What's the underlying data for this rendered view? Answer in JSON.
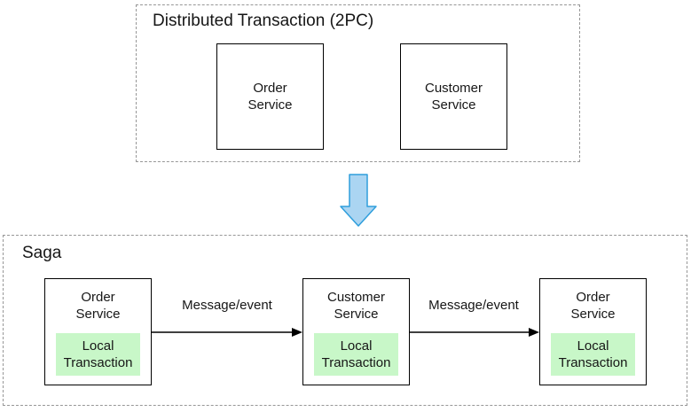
{
  "colors": {
    "arrow_fill": "#ABD5F2",
    "arrow_stroke": "#2F9EDC",
    "local_fill": "#C8F7C8",
    "dash_border": "#979797",
    "node_border": "#000000"
  },
  "twopc": {
    "title": "Distributed Transaction (2PC)",
    "nodes": [
      {
        "label": "Order\nService"
      },
      {
        "label": "Customer\nService"
      }
    ]
  },
  "transform_arrow": {
    "icon": "down-arrow"
  },
  "saga": {
    "title": "Saga",
    "nodes": [
      {
        "label": "Order\nService",
        "local": "Local\nTransaction"
      },
      {
        "label": "Customer\nService",
        "local": "Local\nTransaction"
      },
      {
        "label": "Order\nService",
        "local": "Local\nTransaction"
      }
    ],
    "arrows": [
      {
        "label": "Message/event"
      },
      {
        "label": "Message/event"
      }
    ]
  }
}
